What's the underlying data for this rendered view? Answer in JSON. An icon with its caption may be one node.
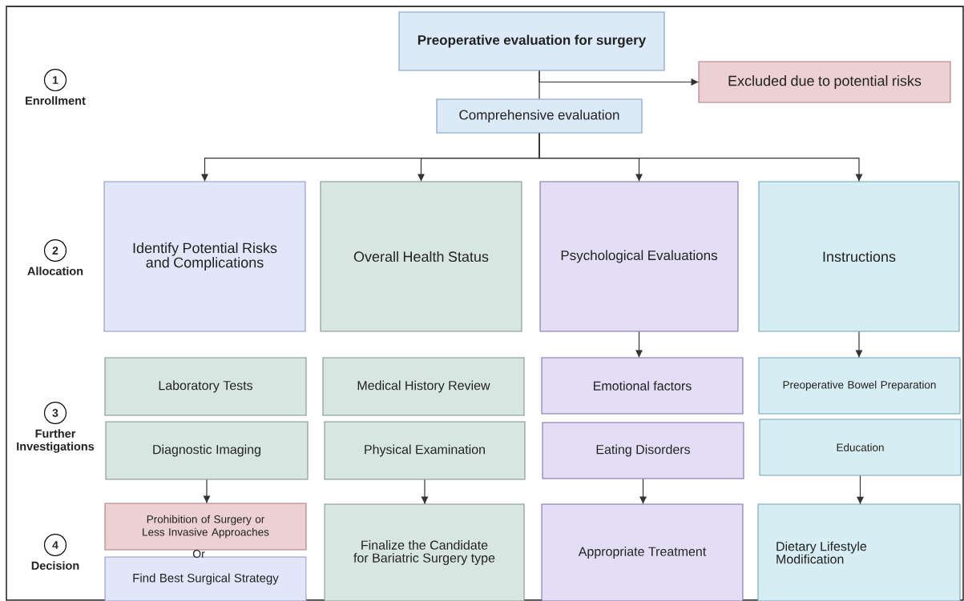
{
  "diagram": {
    "nodes": [
      {
        "text": [
          "Preoperative evaluation for surgery"
        ]
      },
      {
        "text": [
          "Excluded due to potential risks"
        ]
      },
      {
        "text": [
          "Comprehensive evaluation"
        ]
      },
      {
        "text": [
          "Identify Potential Risks and Complications"
        ]
      },
      {
        "text": [
          "Overall Health Status"
        ]
      },
      {
        "text": [
          "Psychological Evaluations"
        ]
      },
      {
        "text": [
          "Instructions"
        ]
      },
      {
        "text": [
          "Laboratory Tests"
        ]
      },
      {
        "text": [
          "Diagnostic Imaging"
        ]
      },
      {
        "text": [
          "Medical History Review"
        ]
      },
      {
        "text": [
          "Physical Examination"
        ]
      },
      {
        "text": [
          "Emotional factors"
        ]
      },
      {
        "text": [
          "Eating Disorders"
        ]
      },
      {
        "text": [
          "Preoperative Bowel Preparation"
        ]
      },
      {
        "text": [
          "Education"
        ]
      },
      {
        "text": [
          "Prohibition of Surgery or Less Invasive Approaches"
        ]
      },
      {
        "text": [
          "Find Best Surgical Strategy"
        ]
      },
      {
        "text": [
          "Finalize the Candidate for Bariatric Surgery type"
        ]
      },
      {
        "text": [
          "Appropriate Treatment"
        ]
      },
      {
        "text": [
          "Dietary Lifestyle Modification"
        ]
      },
      {
        "text": [
          "1"
        ],
        "beside": [
          "Enrollment"
        ]
      },
      {
        "text": [
          "2"
        ],
        "beside": [
          "Allocation"
        ]
      },
      {
        "text": [
          "3"
        ],
        "beside": [
          "Further Investigations"
        ]
      },
      {
        "text": [
          "4"
        ],
        "beside": [
          "Decision"
        ]
      }
    ],
    "edges": [
      {
        "from": 0,
        "to": 1,
        "arrow": "to"
      },
      {
        "from": 0,
        "to": 2,
        "arrow": "none"
      },
      {
        "from": 2,
        "to": 3,
        "arrow": "to"
      },
      {
        "from": 2,
        "to": 4,
        "arrow": "to"
      },
      {
        "from": 2,
        "to": 5,
        "arrow": "to"
      },
      {
        "from": 2,
        "to": 6,
        "arrow": "to"
      },
      {
        "from": 5,
        "to": 11,
        "arrow": "to"
      },
      {
        "from": 6,
        "to": 13,
        "arrow": "to"
      },
      {
        "from": 8,
        "to": 15,
        "arrow": "to"
      },
      {
        "from": 10,
        "to": 17,
        "arrow": "to"
      },
      {
        "from": 12,
        "to": 18,
        "arrow": "to"
      },
      {
        "from": 14,
        "to": 19,
        "arrow": "to"
      }
    ],
    "labels": [
      "Or"
    ]
  }
}
